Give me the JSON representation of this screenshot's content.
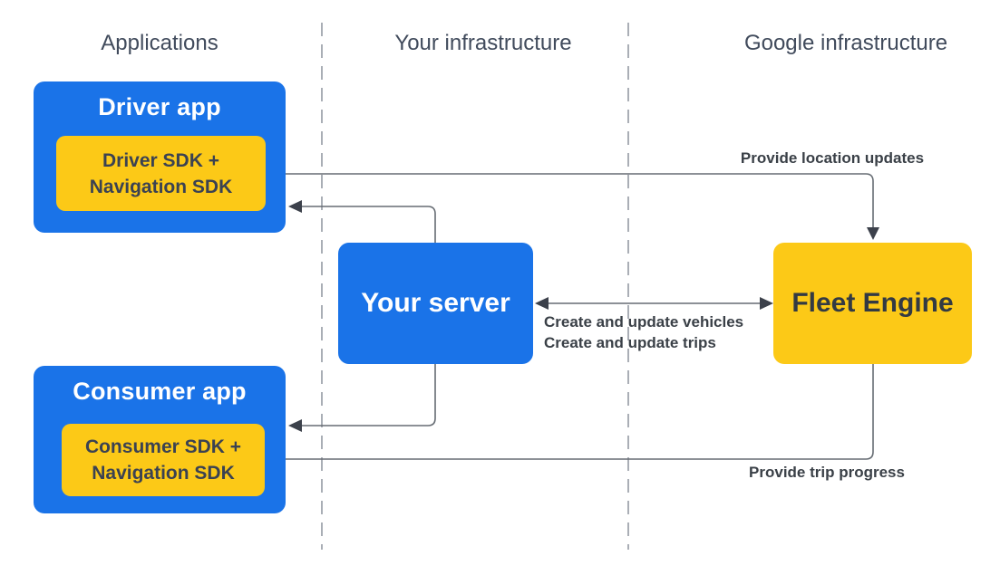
{
  "columns": {
    "applications": "Applications",
    "your_infrastructure": "Your infrastructure",
    "google_infrastructure": "Google infrastructure"
  },
  "nodes": {
    "driver_app": {
      "title": "Driver app",
      "sdk_line1": "Driver SDK +",
      "sdk_line2": "Navigation SDK"
    },
    "consumer_app": {
      "title": "Consumer app",
      "sdk_line1": "Consumer SDK +",
      "sdk_line2": "Navigation SDK"
    },
    "your_server": {
      "title": "Your server"
    },
    "fleet_engine": {
      "title": "Fleet Engine"
    }
  },
  "edges": {
    "driver_to_fleet": {
      "label": "Provide location updates"
    },
    "server_fleet": {
      "label_line1": "Create and update vehicles",
      "label_line2": "Create and update trips"
    },
    "fleet_to_consumer": {
      "label": "Provide trip progress"
    }
  },
  "colors": {
    "box-blue": "#1a73e8",
    "box-yellow": "#fcc917",
    "header-gray": "#414b5c",
    "label-dark": "#3a4047",
    "sdk-text": "#3b4252",
    "line-gray": "#666c73",
    "arrow-dark": "#3c414b",
    "divider-gray": "#949aa3"
  }
}
